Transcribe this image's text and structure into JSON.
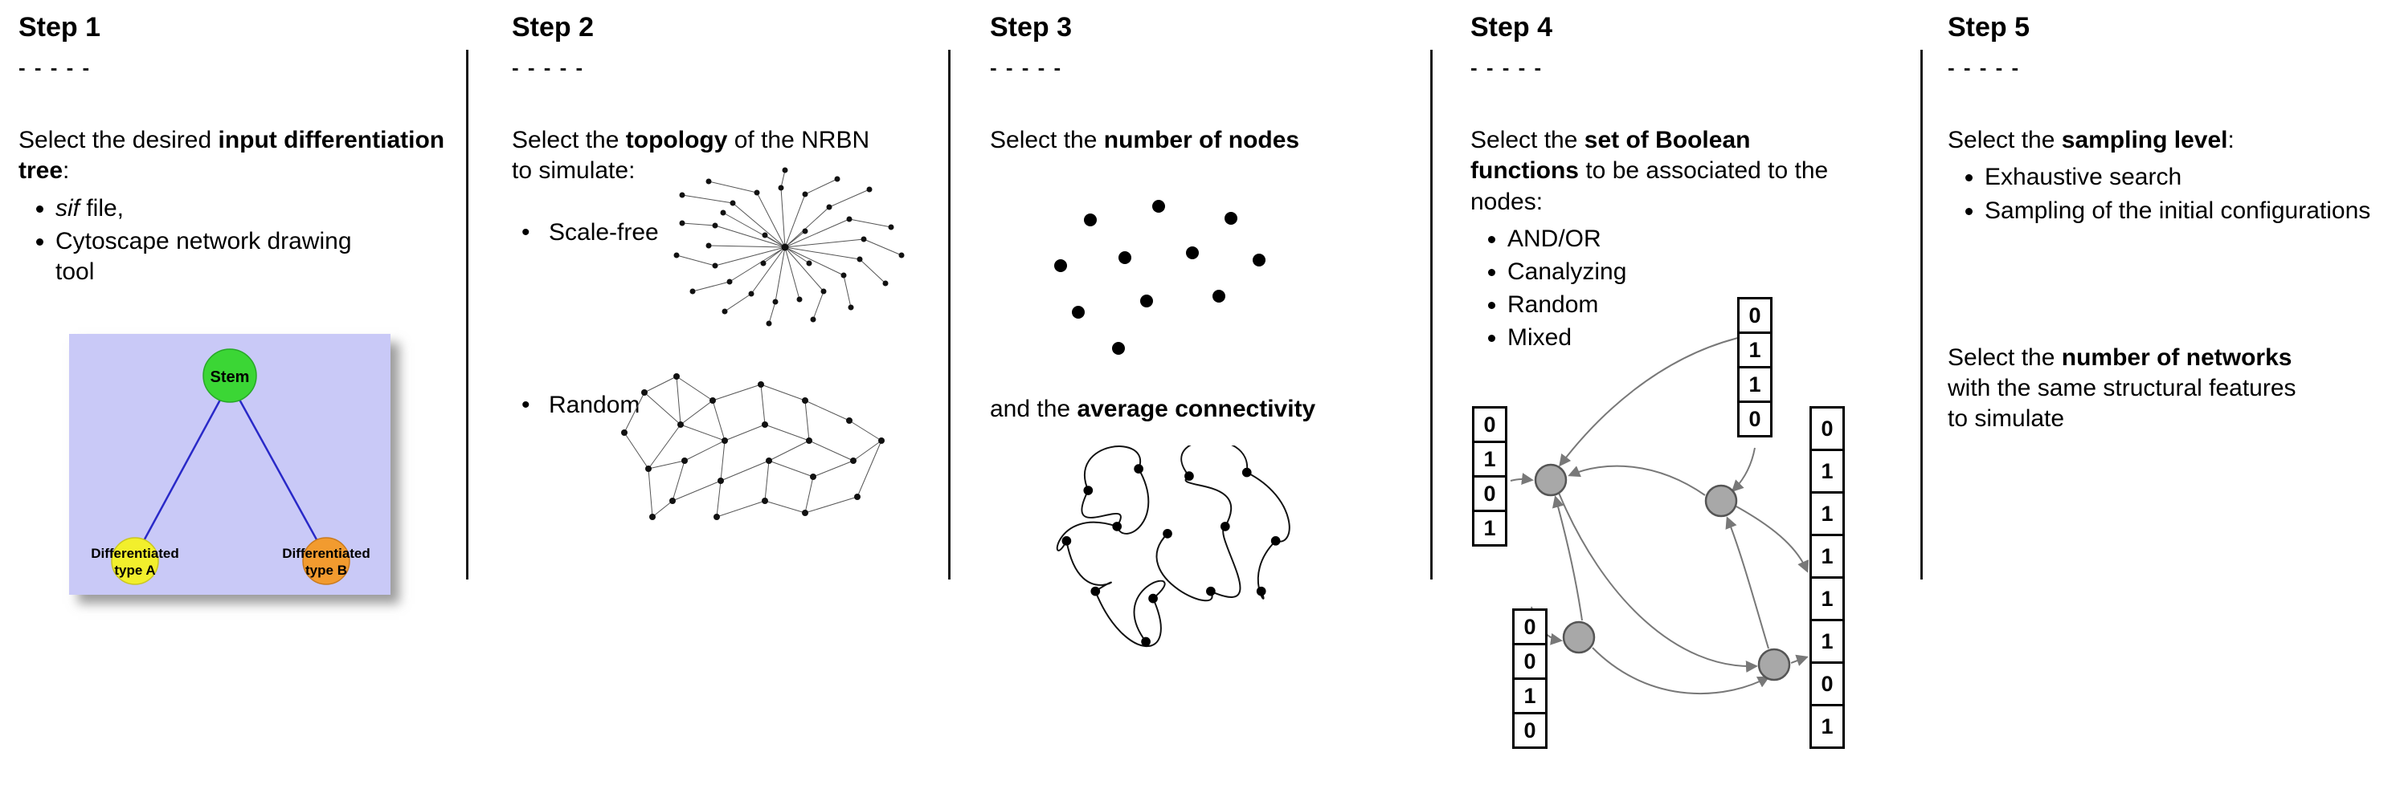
{
  "steps": [
    {
      "title": "Step 1",
      "dashes": "- - - - -",
      "intro": [
        "Select the desired ",
        "input differentiation tree",
        ":"
      ],
      "bullets": {
        "sif_italic": "sif",
        "sif_rest": " file,",
        "cytoscape": "Cytoscape network drawing tool"
      },
      "tree": {
        "stem": "Stem",
        "type_a": [
          "Differentiated",
          "type A"
        ],
        "type_b": [
          "Differentiated",
          "type B"
        ]
      }
    },
    {
      "title": "Step 2",
      "dashes": "- - - - -",
      "intro": [
        "Select the ",
        "topology",
        " of the NRBN to simulate:"
      ],
      "bullets": [
        "Scale-free",
        "Random"
      ]
    },
    {
      "title": "Step 3",
      "dashes": "- - - - -",
      "intro": [
        "Select the ",
        "number of nodes",
        ""
      ],
      "connectivity": [
        "and the ",
        "average connectivity",
        ""
      ]
    },
    {
      "title": "Step 4",
      "dashes": "- - - - -",
      "intro": [
        "Select the ",
        "set of Boolean functions",
        " to be associated to the nodes:"
      ],
      "bullets": [
        "AND/OR",
        "Canalyzing",
        "Random",
        "Mixed"
      ],
      "truth_tables": {
        "left": [
          "0",
          "1",
          "0",
          "1"
        ],
        "top": [
          "0",
          "1",
          "1",
          "0"
        ],
        "bottom": [
          "0",
          "0",
          "1",
          "0"
        ],
        "right": [
          "0",
          "1",
          "1",
          "1",
          "1",
          "1",
          "0",
          "1"
        ]
      }
    },
    {
      "title": "Step 5",
      "dashes": "- - - - -",
      "intro": [
        "Select the ",
        "sampling level",
        ":"
      ],
      "bullets": [
        "Exhaustive search",
        "Sampling of the initial configurations"
      ],
      "networks_text": [
        "Select the ",
        "number of networks",
        " with the same structural features to simulate"
      ]
    }
  ],
  "colors": {
    "stem_green": "#3bd635",
    "type_a_yellow": "#f2ef2c",
    "type_b_orange": "#f29b2f",
    "tree_background": "#c9c9f7",
    "tree_edge_blue": "#2929c8"
  }
}
